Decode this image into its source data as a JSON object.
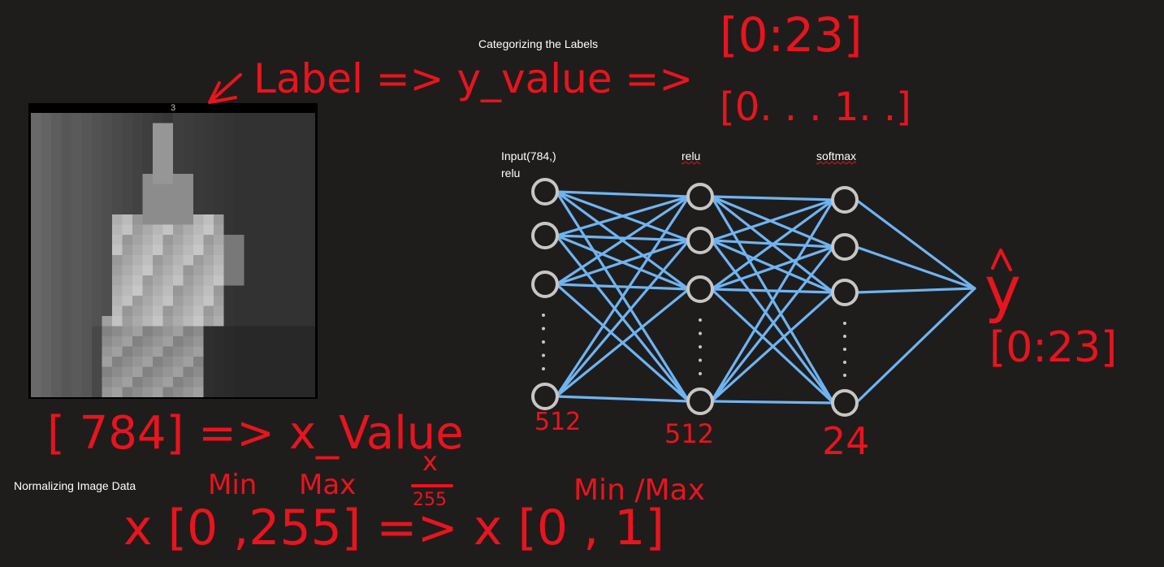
{
  "texts": {
    "categorizing_title": "Categorizing the Labels",
    "normalizing_title": "Normalizing Image Data",
    "input_label_line1": "Input(784,)",
    "input_label_line2": "relu",
    "hidden_label": "relu",
    "output_label": "softmax",
    "image_title": "3"
  },
  "handwriting": {
    "label_flow": "Label => y_value =>",
    "range_top": "[0:23]",
    "one_hot": "[0. . . 1. .]",
    "x_value_flow": "[ 784] => x_Value",
    "count_input": "512",
    "count_hidden": "512",
    "count_output": "24",
    "y_hat": "y",
    "range_right": "[0:23]",
    "min_left": "Min",
    "max_left": "Max",
    "x_over": "x",
    "divisor": "255",
    "min_max_right": "Min /Max",
    "range_255": "x [0 ,255] => x [0 , 1]"
  },
  "colors": {
    "background": "#1f1d1c",
    "ink_red": "#e8141e",
    "edge_blue": "#6fb4f2",
    "node_gray": "#c8c6c4"
  },
  "network": {
    "layers": [
      {
        "name": "input",
        "visible_nodes": 4
      },
      {
        "name": "hidden",
        "visible_nodes": 4
      },
      {
        "name": "output",
        "visible_nodes": 4
      }
    ]
  }
}
